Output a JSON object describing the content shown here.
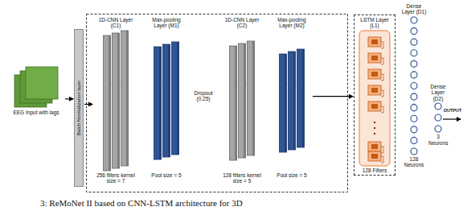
{
  "diagram": {
    "caption": "3: ReMoNet II based on CNN-LSTM architecture for 3D",
    "nodes": [
      {
        "text": [
          "EEG Input with lags"
        ]
      },
      {
        "text": [
          "Batch Normalization layer"
        ]
      },
      {
        "text": [
          "1D-CNN Layer (C1)",
          "256 filters kernel size = 7"
        ]
      },
      {
        "text": [
          "Max-pooling Layer (M1)",
          "Pool size = 5"
        ]
      },
      {
        "text": [
          "1D-CNN Layer (C2)",
          "128 filters kernel size = 5"
        ]
      },
      {
        "text": [
          "Max-pooling Layer (M2)",
          "Pool size = 5"
        ]
      },
      {
        "text": [
          "LSTM Layer (L1)",
          "128 Filters"
        ]
      },
      {
        "text": [
          "Dense Layer (D1)",
          "128 Neurons"
        ]
      },
      {
        "text": [
          "Dense Layer (D2)",
          "3 Neurons"
        ]
      }
    ],
    "edges": [
      {
        "from": 0,
        "to": 1,
        "arrow": "to"
      },
      {
        "from": 1,
        "to": 2,
        "arrow": "to"
      },
      {
        "from": 5,
        "to": 6,
        "arrow": "to"
      }
    ],
    "labels": [
      "Dropout (0.25)",
      "OUTPUT"
    ]
  }
}
